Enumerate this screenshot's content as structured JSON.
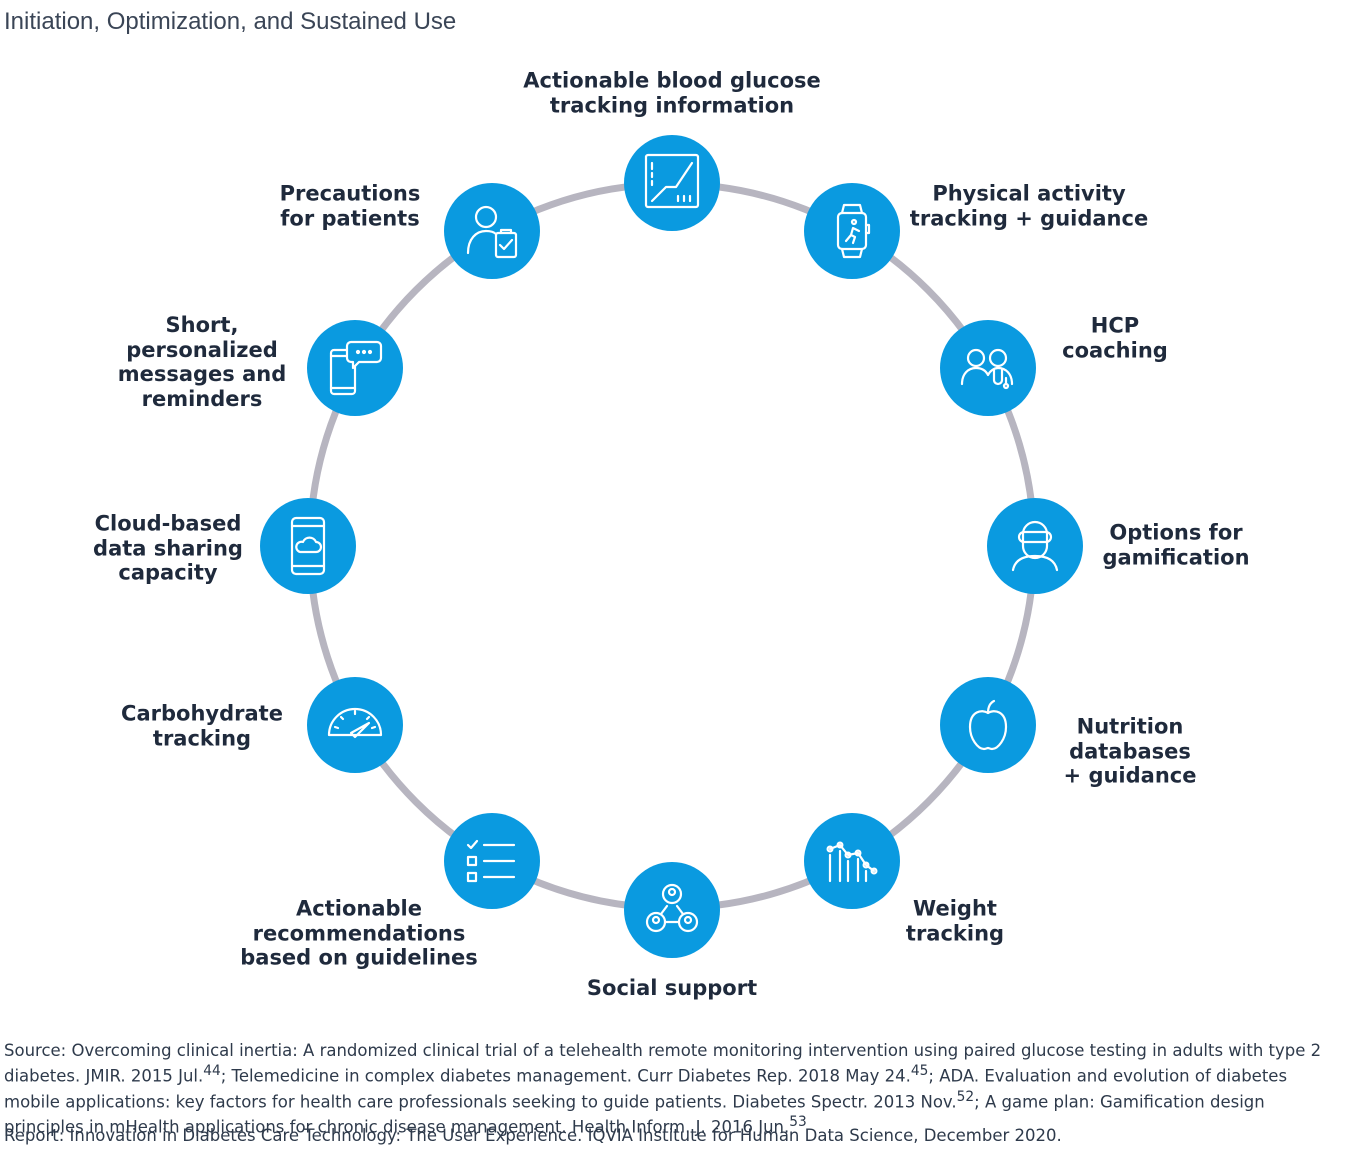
{
  "title": "Initiation, Optimization, and Sustained Use",
  "nodes": [
    {
      "icon": "glucose-chart-icon",
      "label_lines": [
        "Actionable blood glucose",
        "tracking information"
      ]
    },
    {
      "icon": "smartwatch-icon",
      "label_lines": [
        "Physical activity",
        "tracking + guidance"
      ]
    },
    {
      "icon": "doctors-icon",
      "label_lines": [
        "HCP",
        "coaching"
      ]
    },
    {
      "icon": "vr-headset-icon",
      "label_lines": [
        "Options for",
        "gamification"
      ]
    },
    {
      "icon": "apple-icon",
      "label_lines": [
        "Nutrition",
        "databases",
        "+ guidance"
      ]
    },
    {
      "icon": "line-chart-icon",
      "label_lines": [
        "Weight",
        "tracking"
      ]
    },
    {
      "icon": "social-network-icon",
      "label_lines": [
        "Social support"
      ]
    },
    {
      "icon": "checklist-icon",
      "label_lines": [
        "Actionable",
        "recommendations",
        "based on guidelines"
      ]
    },
    {
      "icon": "gauge-icon",
      "label_lines": [
        "Carbohydrate",
        "tracking"
      ]
    },
    {
      "icon": "phone-cloud-icon",
      "label_lines": [
        "Cloud-based",
        "data sharing",
        "capacity"
      ]
    },
    {
      "icon": "phone-message-icon",
      "label_lines": [
        "Short,",
        "personalized",
        "messages and",
        "reminders"
      ]
    },
    {
      "icon": "patient-clipboard-icon",
      "label_lines": [
        "Precautions",
        "for patients"
      ]
    }
  ],
  "source": {
    "prefix": "Source: Overcoming clinical inertia: A randomized clinical trial of a telehealth remote monitoring intervention using paired glucose testing in adults with type 2 diabetes. JMIR. 2015 Jul.",
    "ref1": "44",
    "part2": "; Telemedicine in complex diabetes management. Curr Diabetes Rep. 2018 May 24.",
    "ref2": "45",
    "part3": "; ADA. Evaluation and evolution of diabetes mobile applications: key factors for health care professionals seeking to guide patients. Diabetes Spectr. 2013 Nov.",
    "ref3": "52",
    "part4": "; A game plan: Gamification design principles in mHealth applications for chronic disease management. Health Inform. J. 2016 Jun.",
    "ref4": "53"
  },
  "report": "Report: Innovation in Diabetes Care Technology: The User Experience. IQVIA Institute for Human Data Science, December 2020.",
  "colors": {
    "node": "#0a9ae0",
    "ring": "#b7b5c0",
    "text": "#1f2a3c"
  }
}
